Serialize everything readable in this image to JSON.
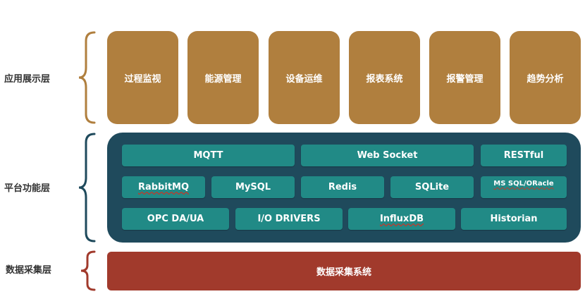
{
  "layers": {
    "app_label": "应用展示层",
    "platform_label": "平台功能层",
    "data_label": "数据采集层"
  },
  "app_boxes": [
    "过程监视",
    "能源管理",
    "设备运维",
    "报表系统",
    "报警管理",
    "趋势分析"
  ],
  "platform": {
    "row1": [
      "MQTT",
      "Web Socket",
      "RESTful"
    ],
    "row2": [
      "RabbitMQ",
      "MySQL",
      "Redis",
      "SQLite",
      "MS SQL/ORacle"
    ],
    "row3": [
      "OPC DA/UA",
      "I/O DRIVERS",
      "InfluxDB",
      "Historian"
    ]
  },
  "data_system": "数据采集系统",
  "colors": {
    "app_box": "#b07f3e",
    "app_brace": "#b07f3e",
    "platform_bg": "#1f4a5c",
    "platform_brace": "#1f4a5c",
    "chip": "#218a86",
    "data_bar": "#a13a2c",
    "data_brace": "#a13a2c"
  }
}
